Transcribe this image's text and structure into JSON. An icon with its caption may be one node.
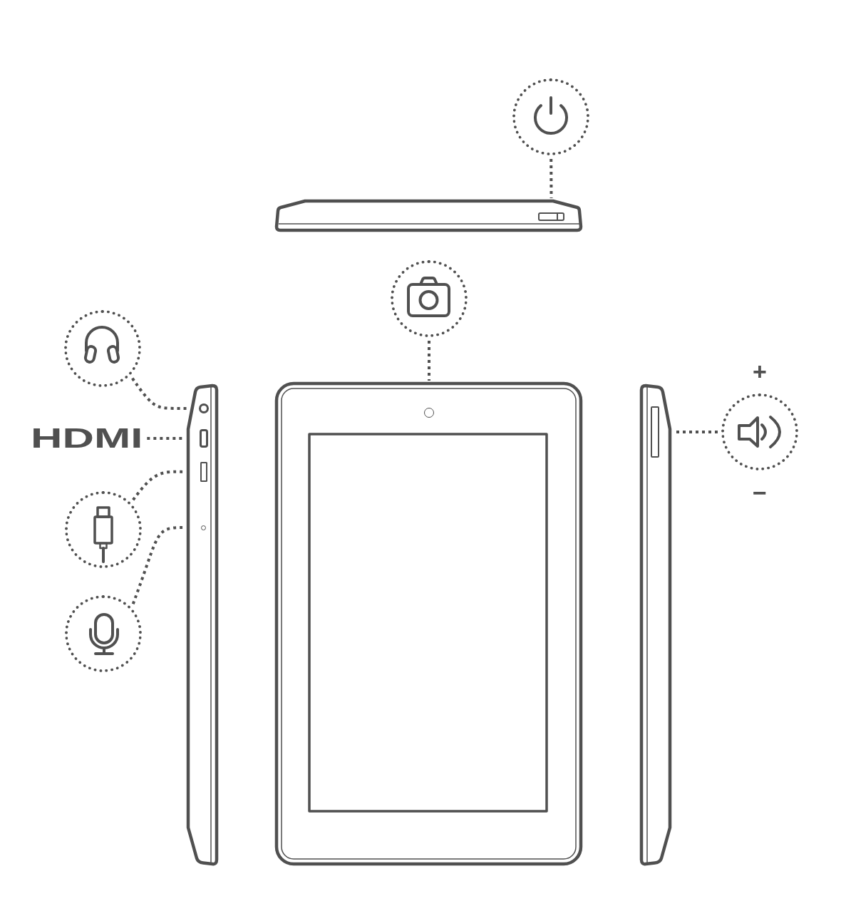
{
  "diagram": {
    "nodes": [
      {
        "text": [],
        "shape": "circle"
      },
      {
        "text": [],
        "shape": "box"
      },
      {
        "text": [],
        "shape": "circle"
      },
      {
        "text": [],
        "shape": "circle"
      },
      {
        "text": [],
        "shape": "circle"
      },
      {
        "text": [],
        "shape": "circle"
      },
      {
        "text": [
          "HDMI"
        ]
      },
      {
        "text": [],
        "shape": "box"
      },
      {
        "text": [],
        "shape": "circle"
      },
      {
        "text": [],
        "shape": "box"
      },
      {
        "text": [],
        "shape": "circle"
      },
      {
        "text": [],
        "shape": "circle"
      },
      {
        "text": [],
        "shape": "circle",
        "beside": [
          "+",
          "−"
        ]
      },
      {
        "text": [],
        "shape": "box"
      }
    ],
    "edges": [
      {
        "from": 0,
        "to": 1,
        "arrow": "none",
        "style": "dashed"
      },
      {
        "from": 2,
        "to": 3,
        "arrow": "none",
        "style": "dashed"
      },
      {
        "from": 4,
        "to": 5,
        "arrow": "none",
        "style": "dashed"
      },
      {
        "from": 6,
        "to": 7,
        "arrow": "none",
        "style": "dashed"
      },
      {
        "from": 8,
        "to": 9,
        "arrow": "none",
        "style": "dashed"
      },
      {
        "from": 10,
        "to": 11,
        "arrow": "none",
        "style": "dashed"
      },
      {
        "from": 12,
        "to": 13,
        "arrow": "none",
        "style": "dashed"
      }
    ]
  }
}
